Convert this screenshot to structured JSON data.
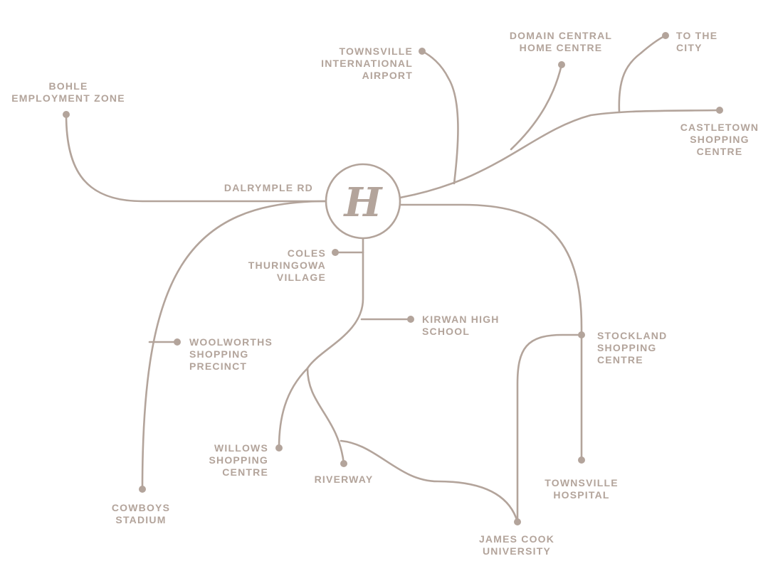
{
  "hub": {
    "letter": "H"
  },
  "colors": {
    "line": "#b3a49b",
    "background": "#ffffff"
  },
  "road_label": "DALRYMPLE RD",
  "destinations": {
    "bohle": [
      "BOHLE",
      "EMPLOYMENT ZONE"
    ],
    "airport": [
      "TOWNSVILLE",
      "INTERNATIONAL",
      "AIRPORT"
    ],
    "domain": [
      "DOMAIN CENTRAL",
      "HOME CENTRE"
    ],
    "city": [
      "TO THE",
      "CITY"
    ],
    "castletown": [
      "CASTLETOWN",
      "SHOPPING",
      "CENTRE"
    ],
    "coles": [
      "COLES",
      "THURINGOWA",
      "VILLAGE"
    ],
    "kirwan": [
      "KIRWAN HIGH",
      "SCHOOL"
    ],
    "woolworths": [
      "WOOLWORTHS",
      "SHOPPING",
      "PRECINCT"
    ],
    "stockland": [
      "STOCKLAND",
      "SHOPPING",
      "CENTRE"
    ],
    "willows": [
      "WILLOWS",
      "SHOPPING",
      "CENTRE"
    ],
    "riverway": [
      "RIVERWAY"
    ],
    "hospital": [
      "TOWNSVILLE",
      "HOSPITAL"
    ],
    "cowboys": [
      "COWBOYS",
      "STADIUM"
    ],
    "jcu": [
      "JAMES COOK",
      "UNIVERSITY"
    ]
  }
}
